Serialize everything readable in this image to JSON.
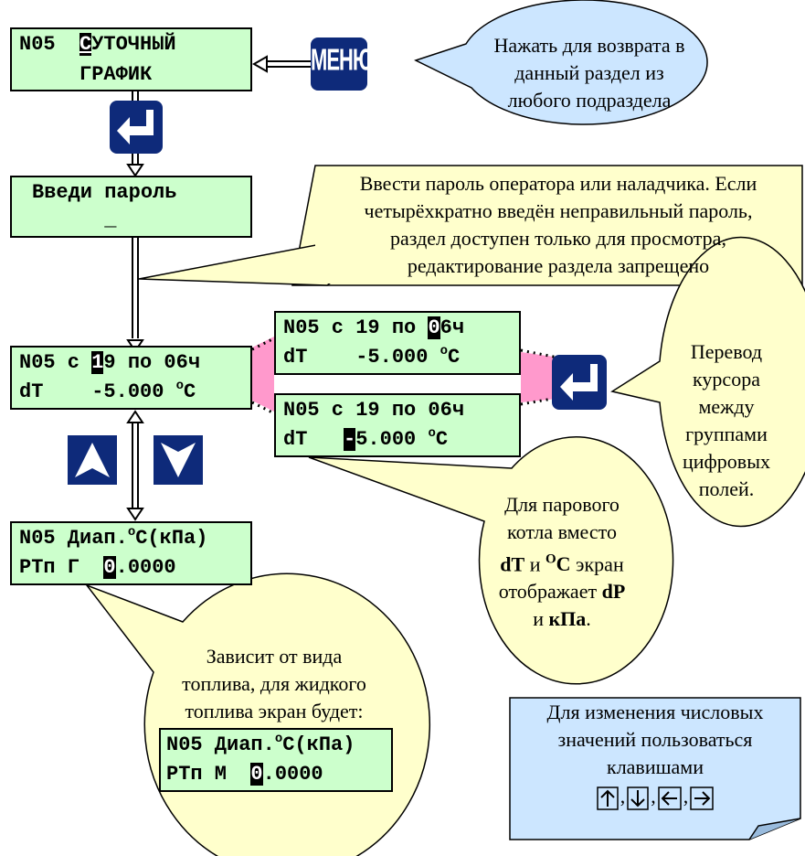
{
  "colors": {
    "lcd_bg": "#ccffcc",
    "callout_bg": "#ffffcc",
    "bubble_blue": "#cce6ff",
    "key_blue": "#0e2a7a",
    "pink_band": "#ff99cc"
  },
  "screen1": {
    "line1_a": "N05  ",
    "line1_cursor": "С",
    "line1_b": "УТОЧНЫЙ",
    "line2": "     ГРАФИК"
  },
  "menu_key": {
    "label": "МЕНЮ"
  },
  "menu_callout": {
    "line1": "Нажать для возврата в",
    "line2": "данный раздел из",
    "line3": "любого подраздела"
  },
  "password_screen": {
    "line1": "Введи пароль",
    "line2": "      _"
  },
  "password_callout": {
    "line1": "Ввести пароль оператора или наладчика. Если",
    "line2": "четырёхкратно введён неправильный пароль,",
    "line3": "раздел доступен только для  просмотра,",
    "line4": "редактирование раздела запрещено"
  },
  "screen_main": {
    "l1a": "N05 с ",
    "l1cur": "1",
    "l1b": "9 по 06ч",
    "l2a": "dT    -5.000 ",
    "deg": "o",
    "unit": "C"
  },
  "screen_alt1": {
    "l1a": "N05 с 19 по ",
    "l1cur": "0",
    "l1b": "6ч",
    "l2a": "dT    -5.000 ",
    "deg": "o",
    "unit": "C"
  },
  "screen_alt2": {
    "l1": "N05 с 19 по 06ч",
    "l2a": "dT   ",
    "l2cur": "-",
    "l2b": "5.000 ",
    "deg": "o",
    "unit": "C"
  },
  "cursor_callout": {
    "line1": "Перевод",
    "line2": "курсора",
    "line3": "между",
    "line4": "группами",
    "line5": "цифровых",
    "line6": "полей."
  },
  "steam_callout": {
    "line1": "Для парового",
    "line2": "котла вместо",
    "dT": "dT",
    "and": "и",
    "deg": "O",
    "C": "C",
    "screen": "экран",
    "line4": "отображает",
    "dP": "dP",
    "and2": "и",
    "kPa": "кПа",
    "dot": "."
  },
  "range_screen": {
    "l1a": "N05 Диап.",
    "deg": "o",
    "l1b": "C(кПа)",
    "l2a": "РТп Г  ",
    "l2cur": "0",
    "l2b": ".0000"
  },
  "fuel_callout": {
    "line1": "Зависит от вида",
    "line2": "топлива, для жидкого",
    "line3": "топлива экран будет:"
  },
  "fuel_screen": {
    "l1a": "N05 Диап.",
    "deg": "o",
    "l1b": "C(кПа)",
    "l2a": "РТп М  ",
    "l2cur": "0",
    "l2b": ".0000"
  },
  "note": {
    "line1": "Для изменения числовых",
    "line2": "значений пользоваться",
    "line3": "клавишами",
    "sep": ",",
    "sep2": ",",
    "sep3": ","
  },
  "icons": [
    "menu-key-icon",
    "enter-key-icon",
    "up-arrow-key-icon",
    "down-arrow-key-icon",
    "up-arrow-icon",
    "down-arrow-icon",
    "left-arrow-icon",
    "right-arrow-icon"
  ]
}
